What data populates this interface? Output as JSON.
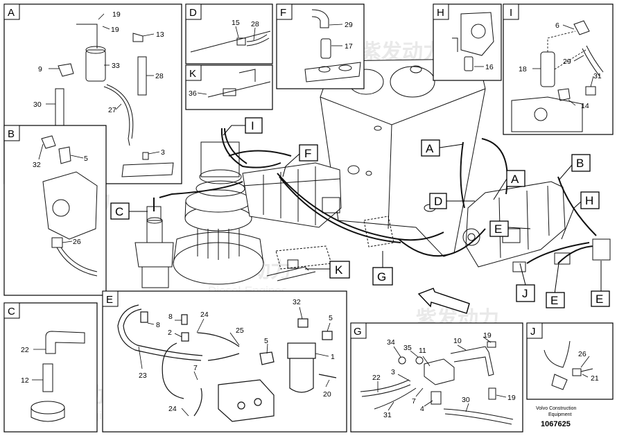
{
  "panels": {
    "A": {
      "letter": "A",
      "parts": [
        "19",
        "19",
        "13",
        "9",
        "33",
        "28",
        "30",
        "27",
        "3"
      ]
    },
    "B": {
      "letter": "B",
      "parts": [
        "32",
        "5",
        "26"
      ]
    },
    "C": {
      "letter": "C",
      "parts": [
        "22",
        "12"
      ]
    },
    "D": {
      "letter": "D",
      "parts": [
        "15",
        "28"
      ]
    },
    "E": {
      "letter": "E",
      "parts": [
        "32",
        "8",
        "8",
        "24",
        "2",
        "25",
        "5",
        "5",
        "1",
        "23",
        "7",
        "24",
        "20"
      ]
    },
    "F": {
      "letter": "F",
      "parts": [
        "29",
        "17"
      ]
    },
    "G": {
      "letter": "G",
      "parts": [
        "34",
        "35",
        "11",
        "10",
        "19",
        "3",
        "22",
        "31",
        "7",
        "4",
        "30",
        "19"
      ]
    },
    "H": {
      "letter": "H",
      "parts": [
        "16"
      ]
    },
    "I": {
      "letter": "I",
      "parts": [
        "6",
        "29",
        "18",
        "31",
        "14"
      ]
    },
    "J": {
      "letter": "J",
      "parts": [
        "26",
        "21"
      ]
    },
    "K": {
      "letter": "K",
      "parts": [
        "36"
      ]
    }
  },
  "callouts": [
    "I",
    "F",
    "C",
    "A",
    "A",
    "D",
    "B",
    "H",
    "E",
    "K",
    "G",
    "J",
    "E",
    "E"
  ],
  "watermark": {
    "brand_cn": "紫发动力",
    "brand_en": "Diesel-Engines"
  },
  "footer": {
    "maker": "Volvo Construction",
    "maker_line2": "Equipment",
    "doc_number": "1067625"
  }
}
